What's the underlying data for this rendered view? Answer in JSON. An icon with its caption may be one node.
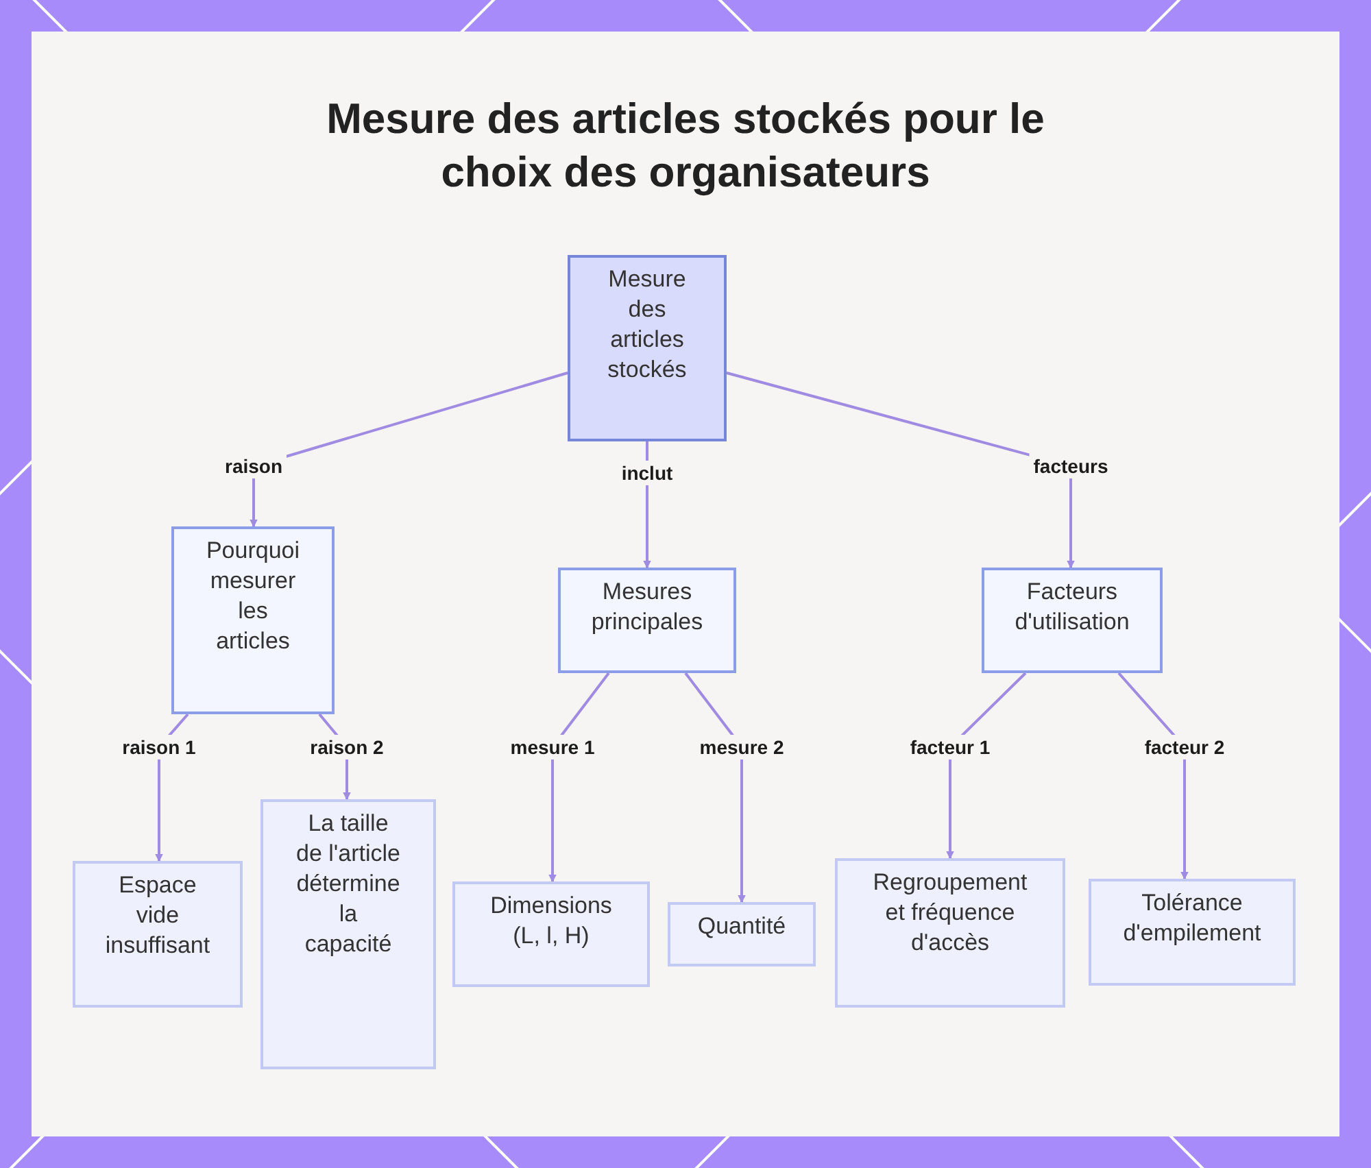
{
  "diagram": {
    "title": "Mesure des articles stockés pour le choix des organisateurs",
    "nodes": [
      {
        "text": [
          "Mesure des articles stockés"
        ]
      },
      {
        "text": [
          "Pourquoi mesurer les articles"
        ]
      },
      {
        "text": [
          "Mesures principales"
        ]
      },
      {
        "text": [
          "Facteurs d'utilisation"
        ]
      },
      {
        "text": [
          "Espace vide insuffisant"
        ]
      },
      {
        "text": [
          "La taille de l'article détermine la capacité"
        ]
      },
      {
        "text": [
          "Dimensions (L, l, H)"
        ]
      },
      {
        "text": [
          "Quantité"
        ]
      },
      {
        "text": [
          "Regroupement et fréquence d'accès"
        ]
      },
      {
        "text": [
          "Tolérance d'empilement"
        ]
      }
    ],
    "edges": [
      {
        "from": 0,
        "to": 1,
        "arrow": "to",
        "label": "raison"
      },
      {
        "from": 0,
        "to": 2,
        "arrow": "to",
        "label": "inclut"
      },
      {
        "from": 0,
        "to": 3,
        "arrow": "to",
        "label": "facteurs"
      },
      {
        "from": 1,
        "to": 4,
        "arrow": "to",
        "label": "raison 1"
      },
      {
        "from": 1,
        "to": 5,
        "arrow": "to",
        "label": "raison 2"
      },
      {
        "from": 2,
        "to": 6,
        "arrow": "to",
        "label": "mesure 1"
      },
      {
        "from": 2,
        "to": 7,
        "arrow": "to",
        "label": "mesure 2"
      },
      {
        "from": 3,
        "to": 8,
        "arrow": "to",
        "label": "facteur 1"
      },
      {
        "from": 3,
        "to": 9,
        "arrow": "to",
        "label": "facteur 2"
      }
    ]
  }
}
